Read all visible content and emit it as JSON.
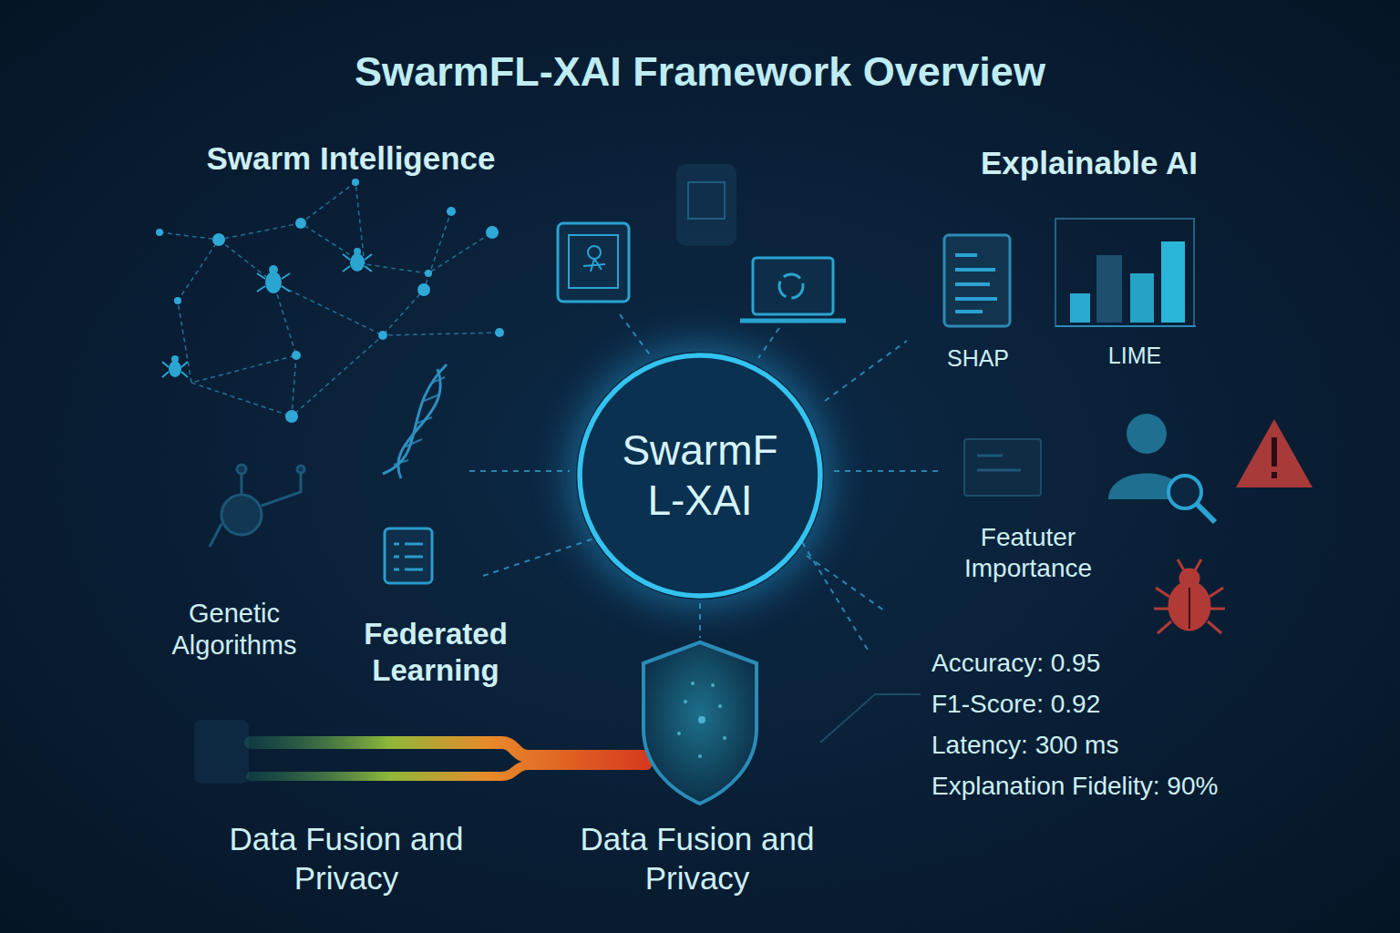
{
  "diagram": {
    "title": "SwarmFL-XAI Framework Overview",
    "nodes": [
      {
        "text": [
          "SwarmF L-XAI"
        ]
      }
    ],
    "labels": [
      "Swarm Intelligence",
      "Explainable AI",
      "SHAP",
      "LIME",
      "Featuter Importance",
      "Genetic Algorithms",
      "Federated Learning",
      "Data Fusion and Privacy",
      "Data Fusion and Privacy",
      "Accuracy: 0.95",
      "F1-Score: 0.92",
      "Latency: 300 ms",
      "Explanation Fidelity: 90%"
    ]
  }
}
